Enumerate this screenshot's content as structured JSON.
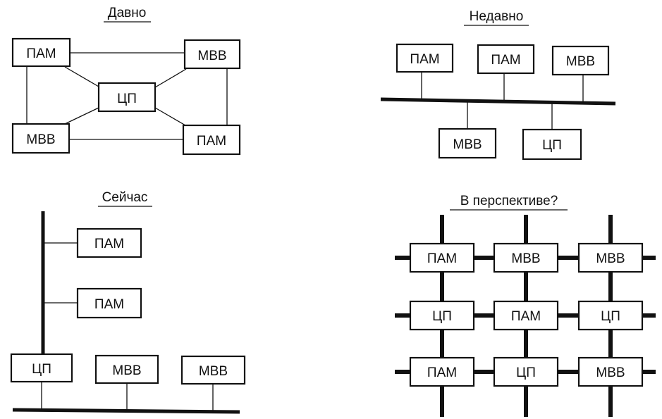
{
  "labels": {
    "pam": "ПАМ",
    "mvv": "МВВ",
    "cpu": "ЦП"
  },
  "panels": {
    "long_ago": {
      "title": "Давно"
    },
    "recently": {
      "title": "Недавно"
    },
    "now": {
      "title": "Сейчас"
    },
    "future": {
      "title": "В перспективе?",
      "grid": [
        [
          "ПАМ",
          "МВВ",
          "МВВ"
        ],
        [
          "ЦП",
          "ПАМ",
          "ЦП"
        ],
        [
          "ПАМ",
          "ЦП",
          "МВВ"
        ]
      ]
    }
  },
  "colors": {
    "ink": "#111111",
    "paper": "#ffffff"
  }
}
